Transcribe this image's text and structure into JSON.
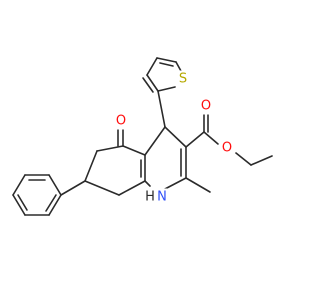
{
  "molecule": {
    "atoms": [
      {
        "id": "O_keto",
        "symbol": "O",
        "color": "#ff0d0d"
      },
      {
        "id": "S_thio",
        "symbol": "S",
        "color": "#b5a800"
      },
      {
        "id": "O_carbonyl",
        "symbol": "O",
        "color": "#ff0d0d"
      },
      {
        "id": "O_ester",
        "symbol": "O",
        "color": "#ff0d0d"
      },
      {
        "id": "N_H",
        "symbol": "H",
        "color": "#2b2b2b"
      },
      {
        "id": "N_ring",
        "symbol": "N",
        "color": "#3050f8"
      }
    ],
    "bond_color": "#2b2b2b"
  }
}
